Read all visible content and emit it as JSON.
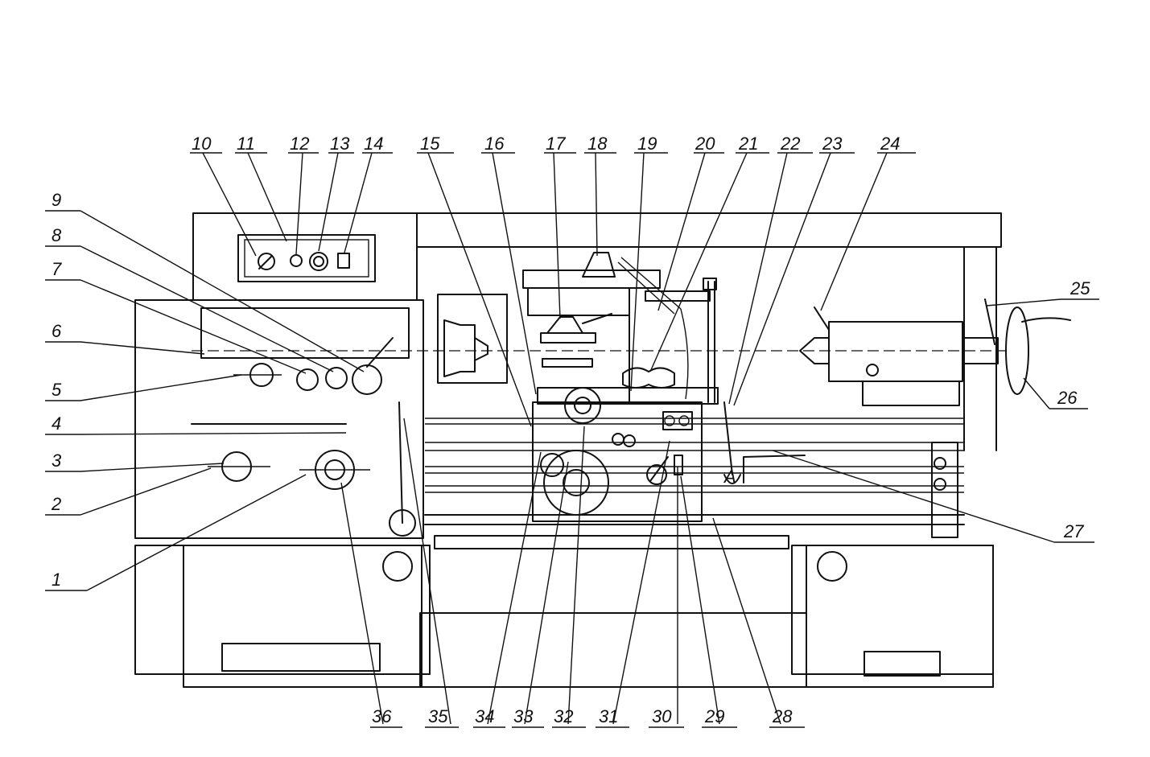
{
  "callouts": [
    {
      "id": "1",
      "text": "1"
    },
    {
      "id": "2",
      "text": "2"
    },
    {
      "id": "3",
      "text": "3"
    },
    {
      "id": "4",
      "text": "4"
    },
    {
      "id": "5",
      "text": "5"
    },
    {
      "id": "6",
      "text": "6"
    },
    {
      "id": "7",
      "text": "7"
    },
    {
      "id": "8",
      "text": "8"
    },
    {
      "id": "9",
      "text": "9"
    },
    {
      "id": "10",
      "text": "10"
    },
    {
      "id": "11",
      "text": "11"
    },
    {
      "id": "12",
      "text": "12"
    },
    {
      "id": "13",
      "text": "13"
    },
    {
      "id": "14",
      "text": "14"
    },
    {
      "id": "15",
      "text": "15"
    },
    {
      "id": "16",
      "text": "16"
    },
    {
      "id": "17",
      "text": "17"
    },
    {
      "id": "18",
      "text": "18"
    },
    {
      "id": "19",
      "text": "19"
    },
    {
      "id": "20",
      "text": "20"
    },
    {
      "id": "21",
      "text": "21"
    },
    {
      "id": "22",
      "text": "22"
    },
    {
      "id": "23",
      "text": "23"
    },
    {
      "id": "24",
      "text": "24"
    },
    {
      "id": "25",
      "text": "25"
    },
    {
      "id": "26",
      "text": "26"
    },
    {
      "id": "27",
      "text": "27"
    },
    {
      "id": "28",
      "text": "28"
    },
    {
      "id": "29",
      "text": "29"
    },
    {
      "id": "30",
      "text": "30"
    },
    {
      "id": "31",
      "text": "31"
    },
    {
      "id": "32",
      "text": "32"
    },
    {
      "id": "33",
      "text": "33"
    },
    {
      "id": "34",
      "text": "34"
    },
    {
      "id": "35",
      "text": "35"
    },
    {
      "id": "36",
      "text": "36"
    }
  ],
  "panel_marker": "A"
}
